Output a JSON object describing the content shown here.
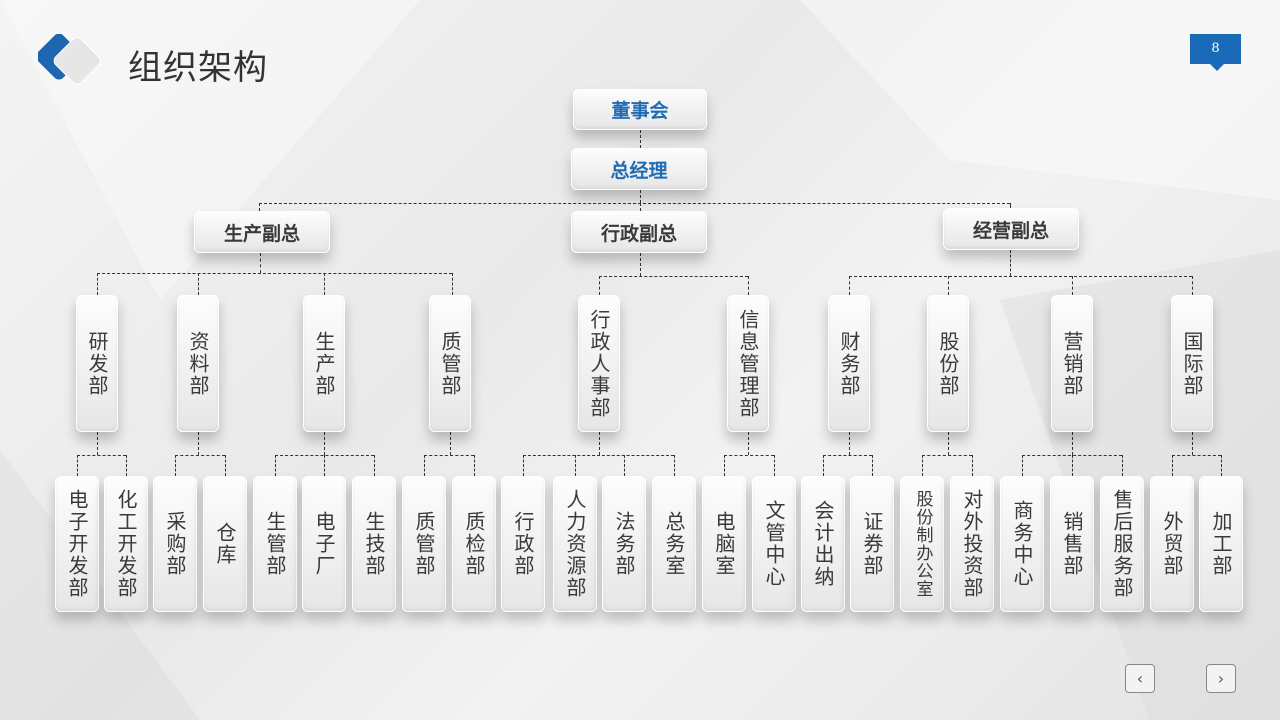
{
  "title": "组织架构",
  "page_number": "8",
  "colors": {
    "accent": "#1a6ab8"
  },
  "top": {
    "board": "董事会",
    "gm": "总经理"
  },
  "vps": [
    "生产副总",
    "行政副总",
    "经营副总"
  ],
  "departments": [
    "研发部",
    "资料部",
    "生产部",
    "质管部",
    "行政人事部",
    "信息管理部",
    "财务部",
    "股份部",
    "营销部",
    "国际部"
  ],
  "subunits": [
    "电子开发部",
    "化工开发部",
    "采购部",
    "仓库",
    "生管部",
    "电子厂",
    "生技部",
    "质管部",
    "质检部",
    "行政部",
    "人力资源部",
    "法务部",
    "总务室",
    "电脑室",
    "文管中心",
    "会计出纳",
    "证券部",
    "股份制办公室",
    "对外投资部",
    "商务中心",
    "销售部",
    "售后服务部",
    "外贸部",
    "加工部"
  ],
  "nav": {
    "prev": "‹",
    "next": "›"
  }
}
